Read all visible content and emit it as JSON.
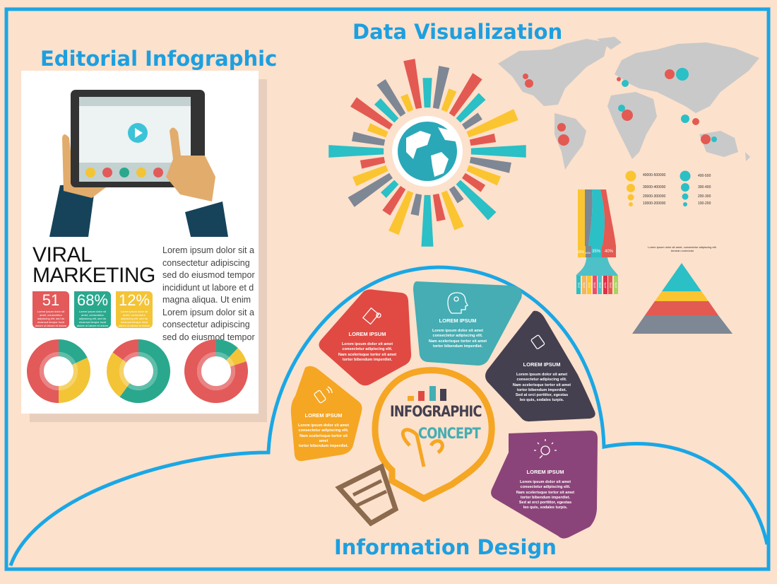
{
  "titles": {
    "editorial": "Editorial Infographic",
    "data_viz": "Data Visualization",
    "info_design": "Information Design"
  },
  "colors": {
    "border": "#1aa7e5",
    "background": "#fce1cc",
    "title": "#1d9fe0",
    "red": "#e35a52",
    "teal": "#2bbfc6",
    "yellow": "#fbc531",
    "gray": "#7e8794",
    "orange": "#f5a623",
    "dark": "#45404f",
    "purple": "#8b4479"
  },
  "editorial": {
    "headline_line1": "VIRAL",
    "headline_line2": "MARKETING",
    "body_lines": [
      "Lorem ipsum dolor sit a",
      "consectetur adipiscing",
      "sed do eiusmod tempor",
      "incididunt ut labore et d",
      "magna aliqua. Ut enim",
      "Lorem ipsum dolor sit a",
      "consectetur adipiscing",
      "sed do eiusmod tempor"
    ],
    "stats": [
      {
        "value": "51",
        "text": "Lorem ipsum dolor sit amet, consectetur adipiscing elit, sed do eiusmod tempor incid dolore ut labore et dolore",
        "color": "#e35a5a"
      },
      {
        "value": "68%",
        "text": "Lorem ipsum dolor sit amet, consectetur adipiscing elit, sed do eiusmod tempor incid dolore ut labore et dolore",
        "color": "#2aa88e"
      },
      {
        "value": "12%",
        "text": "Lorem ipsum dolor sit amet, consectetur adipiscing elit, sed do eiusmod tempor incid dolore ut labore et dolore",
        "color": "#f3c436"
      }
    ],
    "tablet_dots": [
      "#f3c436",
      "#e35a5a",
      "#2aa88e",
      "#f3c436",
      "#e35a5a",
      "#2aa88e"
    ],
    "play_icon": "play-icon"
  },
  "legend": {
    "yellow": [
      "40000-500000",
      "30000-400000",
      "20000-300000",
      "10000-200000"
    ],
    "teal": [
      "400-500",
      "300-400",
      "200-300",
      "100-200"
    ]
  },
  "funnel": {
    "percents": [
      "15%",
      "10%",
      "35%",
      "40%"
    ],
    "bar_label": "TEXT"
  },
  "pyramid": {
    "caption_line1": "Lorem ipsum dolor sit amet, consectetur adipiscing elit.",
    "caption_line2": "Aenean commodo"
  },
  "concept": {
    "line1": "INFOGRAPHIC",
    "line2": "CONCEPT",
    "segments": [
      {
        "title": "LOREM IPSUM",
        "icon": "smartphone-icon",
        "lines": [
          "Lorem ipsum dolor sit amet",
          "consectetur adipiscing elit.",
          "Nam scelerisque tortor sit amet",
          "tortor bibendum imperdiet."
        ]
      },
      {
        "title": "LOREM IPSUM",
        "icon": "document-gear-icon",
        "lines": [
          "Lorem ipsum dolor sit amet",
          "consectetur adipiscing elit.",
          "Nam scelerisque tortor sit amet",
          "tortor bibendum imperdiet."
        ]
      },
      {
        "title": "LOREM IPSUM",
        "icon": "head-gear-icon",
        "lines": [
          "Lorem ipsum dolor sit amet",
          "consectetur adipiscing elit.",
          "Nam scelerisque tortor sit amet",
          "tortor bibendum imperdiet."
        ]
      },
      {
        "title": "LOREM IPSUM",
        "icon": "tablet-icon",
        "lines": [
          "Lorem ipsum dolor sit amet",
          "consectetur adipiscing elit.",
          "Nam scelerisque tortor sit amet",
          "tortor bibendum imperdiet.",
          "Sed at orci porttitor, egestas",
          "leo quis, sodales turpis."
        ]
      },
      {
        "title": "LOREM IPSUM",
        "icon": "lightbulb-icon",
        "lines": [
          "Lorem ipsum dolor sit amet",
          "consectetur adipiscing elit.",
          "Nam scelerisque tortor sit amet",
          "tortor bibendum imperdiet.",
          "Sed at orci porttitor, egestas",
          "leo quis, sodales turpis."
        ]
      }
    ]
  }
}
